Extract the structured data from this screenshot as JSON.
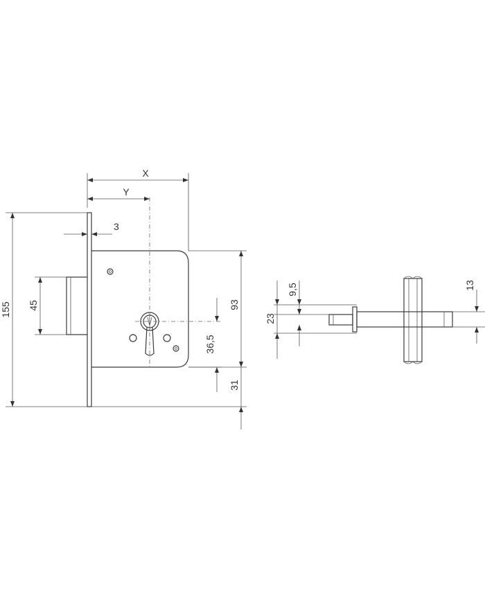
{
  "dimensions": {
    "x": "X",
    "y": "Y",
    "plate_thickness": "3",
    "overall_height": "155",
    "bolt_height": "45",
    "case_height": "93",
    "cylinder_to_bottom": "36,5",
    "case_to_plate_bottom": "31",
    "shaft_offset": "9,5",
    "shaft_span": "23",
    "bolt_width": "13"
  }
}
